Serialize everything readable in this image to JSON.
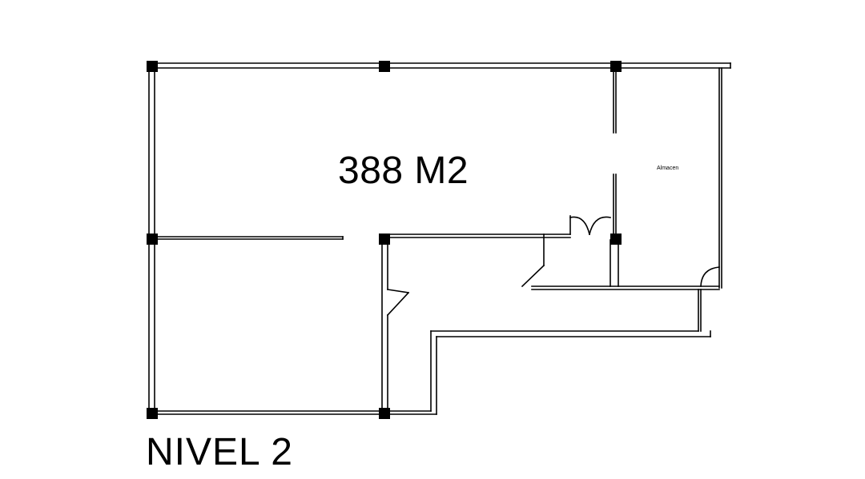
{
  "plan": {
    "area_label": "388 M2",
    "room_label": "Almacen",
    "level_label": "NIVEL 2"
  },
  "colors": {
    "wall": "#000000",
    "background": "#ffffff"
  }
}
